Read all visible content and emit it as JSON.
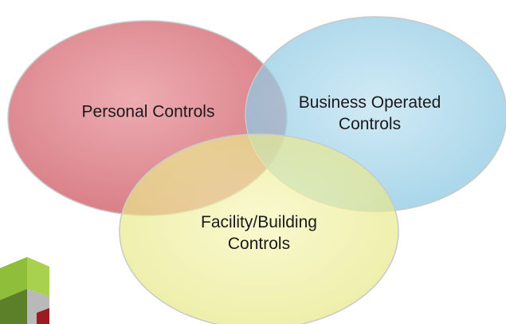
{
  "sets": [
    {
      "id": "personal",
      "lines": [
        "Personal Controls"
      ],
      "color": "#d56a73"
    },
    {
      "id": "business",
      "lines": [
        "Business Operated",
        "Controls"
      ],
      "color": "#88c9e4"
    },
    {
      "id": "facility",
      "lines": [
        "Facility/Building",
        "Controls"
      ],
      "color": "#ecec8a"
    }
  ],
  "logo": {
    "icon": "brand-logo-icon",
    "colors": [
      "#8fbf3a",
      "#5c7f2a",
      "#a8d14e",
      "#9c1b22"
    ]
  }
}
